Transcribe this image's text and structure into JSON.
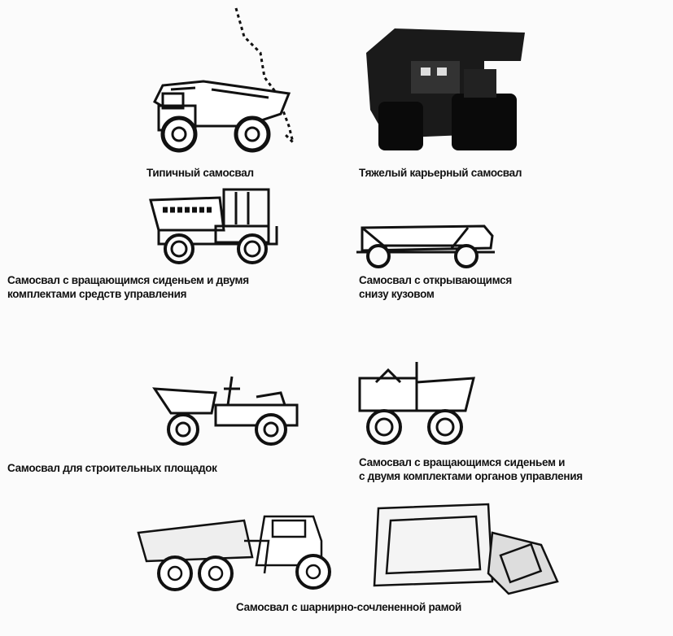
{
  "figures": [
    {
      "caption": "Типичный самосвал"
    },
    {
      "caption": "Тяжелый карьерный самосвал"
    },
    {
      "caption_line1": "Самосвал с вращающимся сиденьем и двумя",
      "caption_line2": "комплектами средств управления"
    },
    {
      "caption_line1": "Самосвал с открывающимся",
      "caption_line2": "снизу кузовом"
    },
    {
      "caption": "Самосвал для строительных площадок"
    },
    {
      "caption_line1": "Самосвал с вращающимся сиденьем  и",
      "caption_line2": "с двумя комплектами органов управления"
    },
    {
      "caption": "Самосвал с шарнирно-сочлененной рамой"
    }
  ]
}
